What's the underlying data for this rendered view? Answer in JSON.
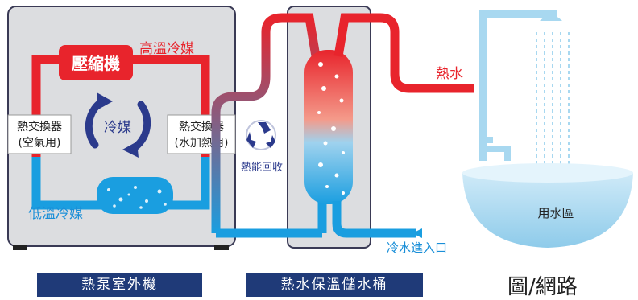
{
  "diagram": {
    "compressor": "壓縮機",
    "hot_refrigerant": "高溫冷媒",
    "cold_refrigerant": "低溫冷媒",
    "refrigerant": "冷媒",
    "hx_air": [
      "熱交換器",
      "(空氣用)"
    ],
    "hx_water": [
      "熱交換器",
      "(水加熱用)"
    ],
    "heat_recovery": "熱能回收",
    "hot_water": "熱水",
    "cold_water_inlet": "冷水進入口",
    "water_area": "用水區"
  },
  "captions": {
    "outdoor_unit": "熱泵室外機",
    "storage_tank": "熱水保溫儲水桶",
    "credit": "圖/網路"
  },
  "colors": {
    "hot": "#e8242c",
    "cold": "#1a9ee0",
    "caption_bg": "#1f3a78",
    "panel": "#dcdde0",
    "basin": "#a8d8f0"
  }
}
